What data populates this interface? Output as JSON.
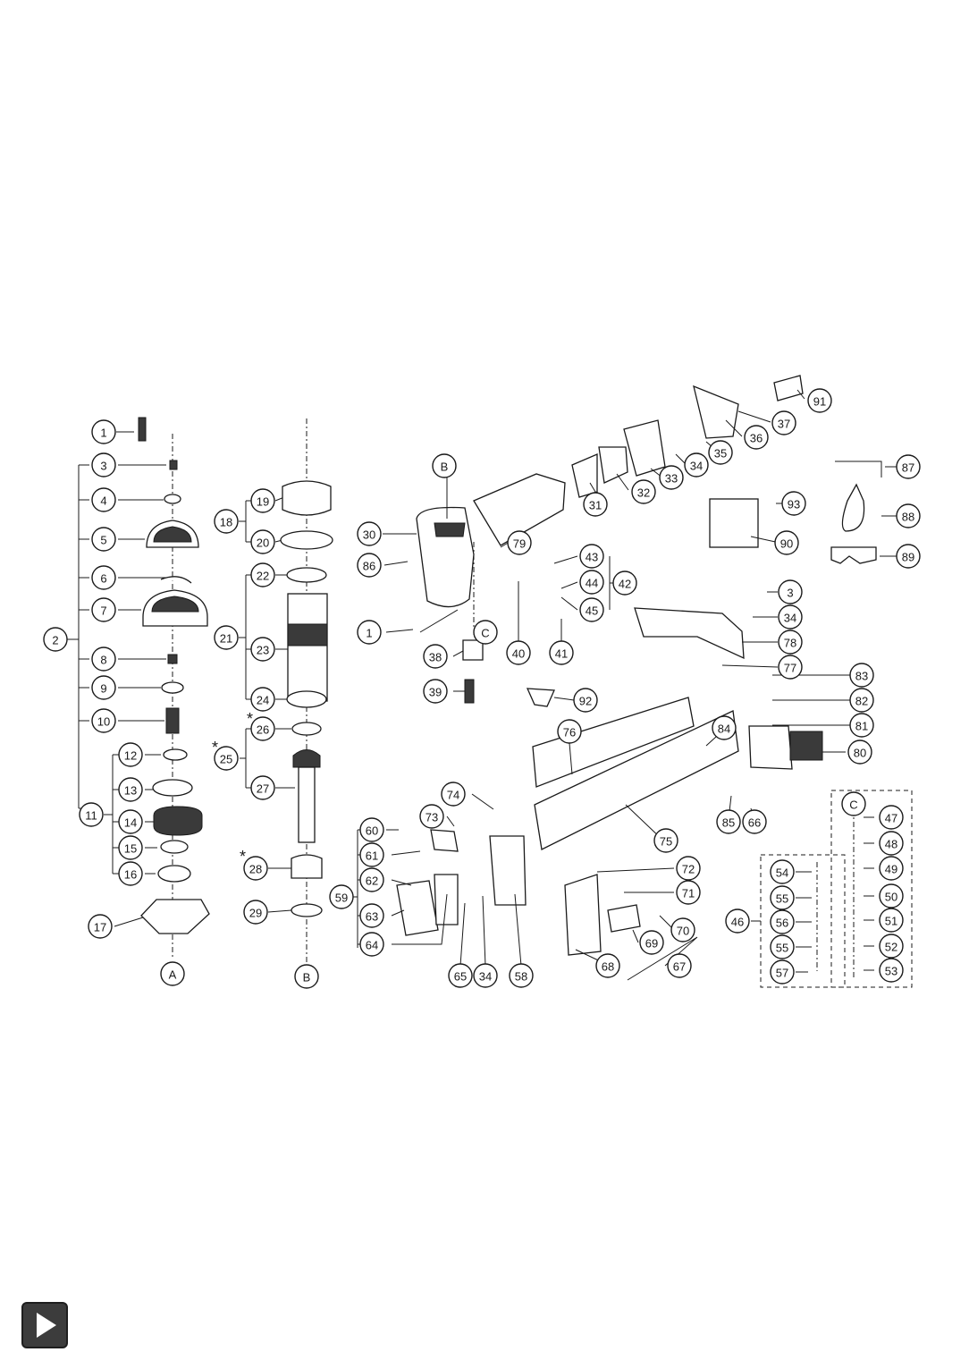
{
  "diagram": {
    "callouts": [
      "1",
      "2",
      "3",
      "4",
      "5",
      "6",
      "7",
      "8",
      "9",
      "10",
      "11",
      "12",
      "13",
      "14",
      "15",
      "16",
      "17",
      "A",
      "18",
      "19",
      "20",
      "21",
      "22",
      "23",
      "24",
      "25",
      "26",
      "27",
      "28",
      "29",
      "B",
      "30",
      "86",
      "1",
      "B",
      "C",
      "38",
      "39",
      "40",
      "41",
      "79",
      "31",
      "32",
      "33",
      "34",
      "35",
      "36",
      "37",
      "91",
      "43",
      "44",
      "45",
      "42",
      "87",
      "88",
      "89",
      "90",
      "93",
      "3",
      "34",
      "78",
      "77",
      "83",
      "82",
      "81",
      "80",
      "92",
      "84",
      "76",
      "74",
      "73",
      "60",
      "61",
      "62",
      "63",
      "64",
      "59",
      "65",
      "34",
      "58",
      "75",
      "72",
      "71",
      "70",
      "69",
      "68",
      "67",
      "85",
      "66",
      "C",
      "47",
      "48",
      "49",
      "50",
      "51",
      "52",
      "53",
      "46",
      "54",
      "55",
      "56",
      "55",
      "57"
    ],
    "asterisks": [
      "*",
      "*",
      "*"
    ]
  },
  "controls": {
    "play_icon": "play-icon"
  }
}
